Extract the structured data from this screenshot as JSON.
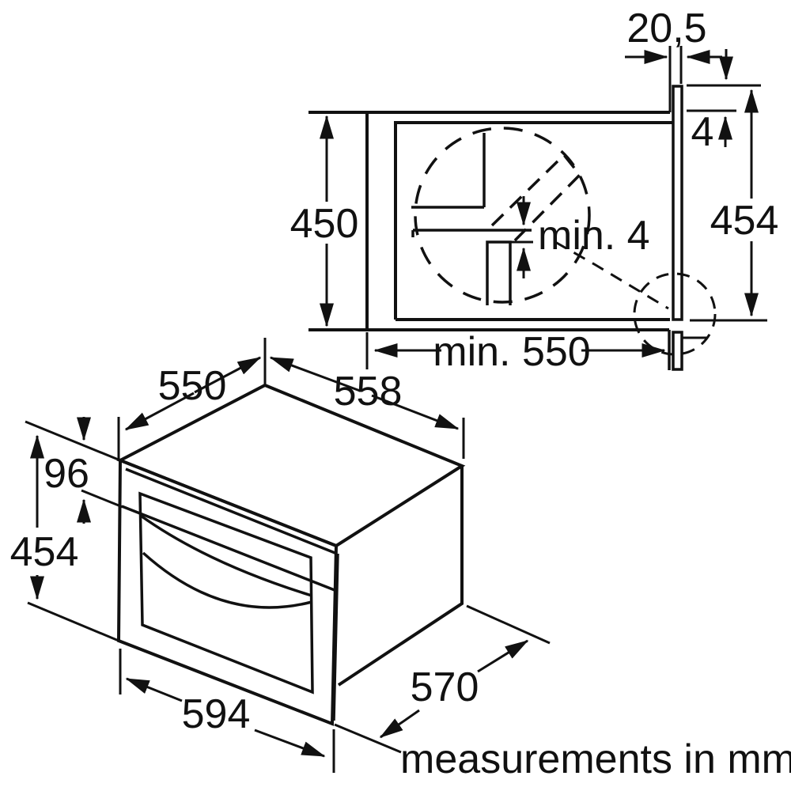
{
  "drawing": {
    "background": "#ffffff",
    "line_color": "#111111",
    "niche_section": {
      "front_gap_label": "20,5",
      "top_overlap_label": "4",
      "niche_height_label": "450",
      "appliance_front_height_label": "454",
      "min_clearance_label": "min. 4",
      "niche_depth_label": "min. 550"
    },
    "oven_view": {
      "top_depth_label": "550",
      "top_width_label": "558",
      "control_panel_height_label": "96",
      "front_height_label": "454",
      "front_width_label": "594",
      "body_depth_label": "570"
    },
    "footer": {
      "units_note": "measurements in mm"
    }
  }
}
